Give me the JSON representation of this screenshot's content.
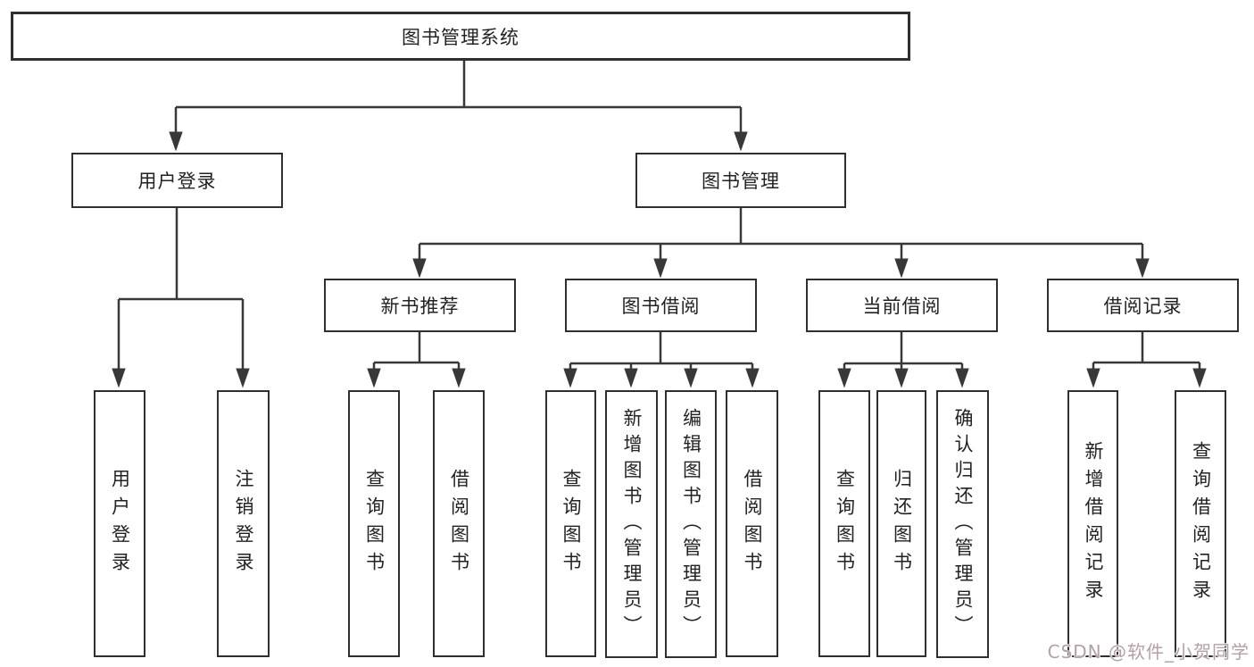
{
  "diagram": {
    "title": "图书管理系统",
    "tree": {
      "label": "图书管理系统",
      "children": [
        {
          "label": "用户登录",
          "leaves": [
            "用户登录",
            "注销登录"
          ]
        },
        {
          "label": "图书管理",
          "children": [
            {
              "label": "新书推荐",
              "leaves": [
                "查询图书",
                "借阅图书"
              ]
            },
            {
              "label": "图书借阅",
              "leaves": [
                "查询图书",
                "新增图书（管理员）",
                "编辑图书（管理员）",
                "借阅图书"
              ]
            },
            {
              "label": "当前借阅",
              "leaves": [
                "查询图书",
                "归还图书",
                "确认归还（管理员）"
              ]
            },
            {
              "label": "借阅记录",
              "leaves": [
                "新增借阅记录",
                "查询借阅记录"
              ]
            }
          ]
        }
      ]
    },
    "colors": {
      "line": "#383838",
      "box_border": "#2f2f2f",
      "text": "#222222",
      "background": "#ffffff",
      "watermark": "#b4a0a7"
    },
    "watermark": "CSDN @软件_小贺同学"
  }
}
